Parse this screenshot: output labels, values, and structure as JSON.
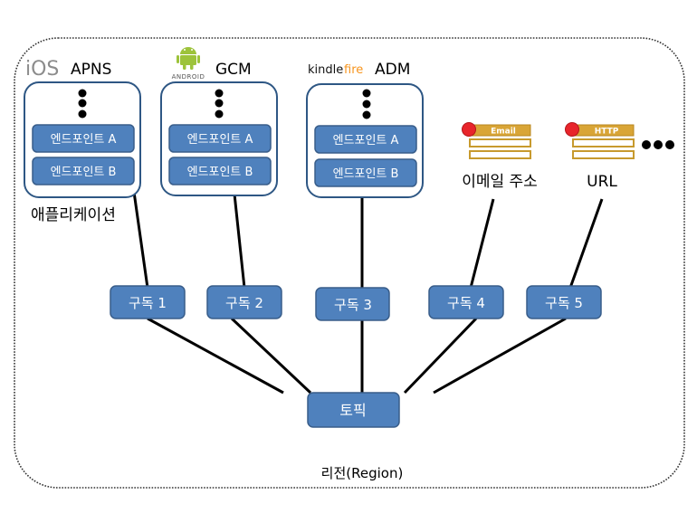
{
  "region_label": "리전(Region)",
  "platforms": [
    {
      "logo": "iOS",
      "service": "APNS",
      "endpoints": [
        "엔드포인트 A",
        "엔드포인트 B"
      ]
    },
    {
      "logo": "ANDROID",
      "service": "GCM",
      "endpoints": [
        "엔드포인트 A",
        "엔드포인트 B"
      ]
    },
    {
      "logo_left": "kindle",
      "logo_right": "fire",
      "service": "ADM",
      "endpoints": [
        "엔드포인트 A",
        "엔드포인트 B"
      ]
    }
  ],
  "application_label": "애플리케이션",
  "endpoints_other": [
    {
      "badge": "Email",
      "label": "이메일 주소"
    },
    {
      "badge": "HTTP",
      "label": "URL"
    }
  ],
  "more_indicator": "•••",
  "subscriptions": [
    "구독 1",
    "구독 2",
    "구독 3",
    "구독 4",
    "구독 5"
  ],
  "topic": "토픽",
  "colors": {
    "box_fill": "#4f81bd",
    "box_stroke": "#385d8a",
    "platform_stroke": "#2e5784",
    "badge_gold": "#d9a536",
    "badge_red": "#e8252b",
    "kindle_fire": "#f7941d",
    "android_green": "#9dc33b"
  }
}
